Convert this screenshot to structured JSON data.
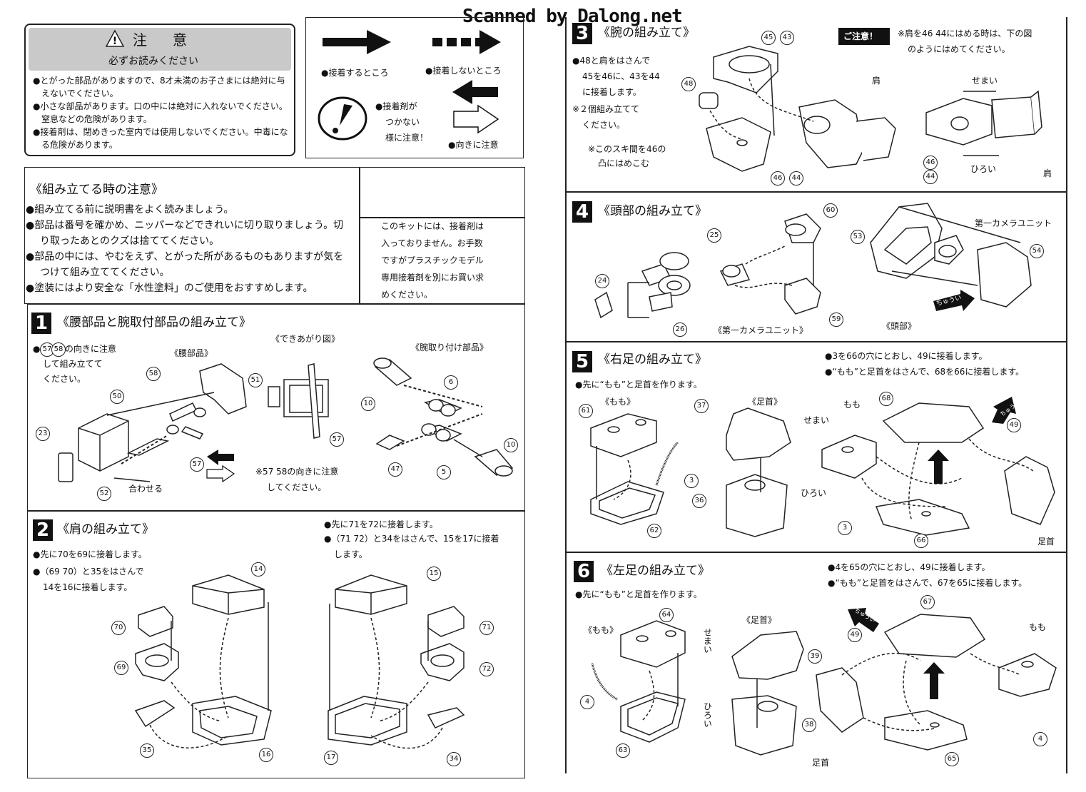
{
  "scan_credit": "Scanned by Dalong.net",
  "warning_box": {
    "title": "注　意",
    "subtitle": "必ずお読みください",
    "lines": [
      "●とがった部品がありますので、8才未満のお子さまには絶対に与",
      "えないでください。",
      "●小さな部品があります。口の中には絶対に入れないでください。",
      "窒息などの危険があります。",
      "●接着剤は、閉めきった室内では使用しないでください。中毒にな",
      "る危険があります。"
    ]
  },
  "legend": {
    "glue": "●接着するところ",
    "no_glue": "●接着しないところ",
    "caution_lines": [
      "●接着剤が",
      "つかない",
      "様に注意！"
    ],
    "direction": "●向きに注意"
  },
  "assembly_notes": {
    "title": "《組み立てる時の注意》",
    "lines": [
      "●組み立てる前に説明書をよく読みましょう。",
      "●部品は番号を確かめ、ニッパーなどできれいに切り取りましょう。切",
      "り取ったあとのクズは捨ててください。",
      "●部品の中には、やむをえず、とがった所があるものもありますが気を",
      "つけて組み立ててください。",
      "●塗装にはより安全な「水性塗料」のご使用をおすすめします。"
    ],
    "kit_note": [
      "このキットには、接着剤は",
      "入っておりません。お手数",
      "ですがプラスチックモデル",
      "専用接着剤を別にお買い求",
      "めください。"
    ]
  },
  "step1": {
    "number": "1",
    "title": "《腰部品と腕取付部品の組み立て》",
    "note": [
      "●57 58の向きに注意",
      "して組み立てて",
      "ください。"
    ],
    "waist_label": "《腰部品》",
    "done_label": "《できあがり図》",
    "arm_label": "《腕取り付け部品》",
    "align_label": "合わせる",
    "bottom_note": [
      "※57 58の向きに注意",
      "してください。"
    ]
  },
  "step2": {
    "number": "2",
    "title": "《肩の組み立て》",
    "left_lines": [
      "●先に70を69に接着します。",
      "●（69 70）と35をはさんで",
      "14を16に接着します。"
    ],
    "right_lines": [
      "●先に71を72に接着します。",
      "●（71 72）と34をはさんで、15を17に接着",
      "します。"
    ]
  },
  "step3": {
    "number": "3",
    "title": "《腕の組み立て》",
    "lines": [
      "●48と肩をはさんで",
      "45を46に、43を44",
      "に接着します。",
      "※２個組み立てて",
      "ください。"
    ],
    "gap_note": [
      "※このスキ間を46の",
      "凸にはめこむ"
    ],
    "caution_badge": "ご注意！",
    "caution_lines": [
      "※肩を46 44にはめる時は、下の図",
      "のようにはめてください。"
    ],
    "shoulder": "肩",
    "narrow": "せまい",
    "wide": "ひろい"
  },
  "step4": {
    "number": "4",
    "title": "《頭部の組み立て》",
    "camera_unit": "《第一カメラユニット》",
    "camera_unit_label": "第一カメラユニット",
    "head": "《頭部》",
    "caution": "ちゅうい"
  },
  "step5": {
    "number": "5",
    "title": "《右足の組み立て》",
    "lines_right": [
      "●3を66の穴にとおし、49に接着します。",
      "●“もも”と足首をはさんで、68を66に接着します。"
    ],
    "line_left": "●先に“もも”と足首を作ります。",
    "thigh_label": "《もも》",
    "ankle_label": "《足首》",
    "thigh": "もも",
    "ankle": "足首",
    "narrow": "せまい",
    "wide": "ひろい",
    "caution": "ちゅうい"
  },
  "step6": {
    "number": "6",
    "title": "《左足の組み立て》",
    "lines_right": [
      "●4を65の穴にとおし、49に接着します。",
      "●“もも”と足首をはさんで、67を65に接着します。"
    ],
    "line_left": "●先に“もも”と足首を作ります。",
    "thigh_label": "《もも》",
    "ankle_label": "《足首》",
    "thigh": "もも",
    "ankle": "足首",
    "narrow": "せまい",
    "wide": "ひろい",
    "caution": "ちゅうい"
  },
  "part_numbers": {
    "p1": [
      "57",
      "58",
      "58",
      "51",
      "50",
      "23",
      "52",
      "57",
      "57",
      "10",
      "6",
      "10",
      "47",
      "5"
    ],
    "p2": [
      "14",
      "70",
      "69",
      "35",
      "16",
      "15",
      "71",
      "72",
      "17",
      "34"
    ],
    "p3": [
      "45",
      "43",
      "48",
      "46",
      "44",
      "46",
      "44"
    ],
    "p4": [
      "25",
      "60",
      "53",
      "54",
      "24",
      "26",
      "59"
    ],
    "p5": [
      "61",
      "37",
      "68",
      "49",
      "3",
      "36",
      "62",
      "3",
      "66"
    ],
    "p6": [
      "64",
      "67",
      "49",
      "39",
      "4",
      "38",
      "63",
      "65",
      "4"
    ]
  }
}
